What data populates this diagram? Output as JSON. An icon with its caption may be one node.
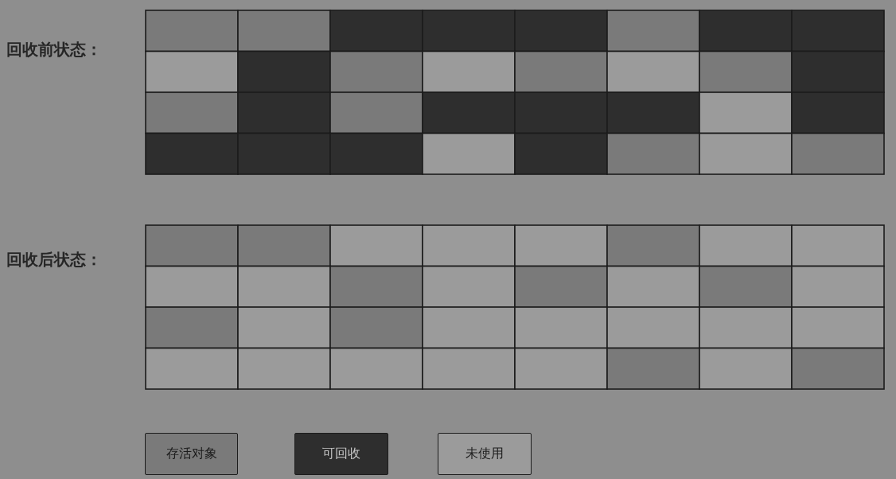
{
  "diagram": {
    "nodes": [
      {
        "text": [
          "回收前状态："
        ]
      },
      {
        "text": [
          "回收后状态："
        ]
      }
    ],
    "legend": [
      {
        "text": "存活对象",
        "color": "#7a7a7a"
      },
      {
        "text": "可回收",
        "color": "#2e2e2e"
      },
      {
        "text": "未使用",
        "color": "#9b9b9b"
      }
    ]
  }
}
